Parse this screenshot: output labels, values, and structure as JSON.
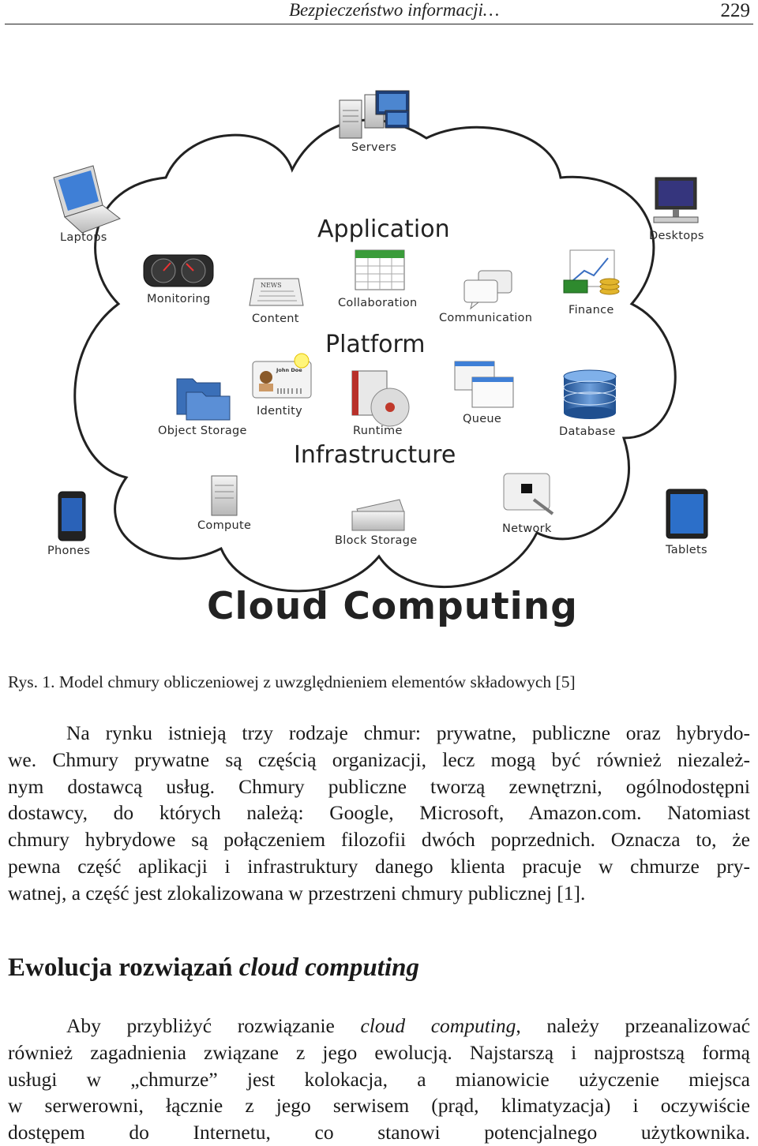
{
  "header": {
    "running_title": "Bezpieczeństwo informacji…",
    "page_number": "229"
  },
  "figure": {
    "title": "Cloud Computing",
    "sections": {
      "application": "Application",
      "platform": "Platform",
      "infrastructure": "Infrastructure"
    },
    "devices": {
      "servers": "Servers",
      "laptops": "Laptops",
      "desktops": "Desktops",
      "phones": "Phones",
      "tablets": "Tablets"
    },
    "components": {
      "monitoring": "Monitoring",
      "content": "Content",
      "collaboration": "Collaboration",
      "communication": "Communication",
      "finance": "Finance",
      "identity": "Identity",
      "object_storage": "Object Storage",
      "runtime": "Runtime",
      "queue": "Queue",
      "database": "Database",
      "compute": "Compute",
      "block_storage": "Block Storage",
      "network": "Network"
    },
    "icon_text": {
      "news": "NEWS",
      "john_doe": "John Doe"
    }
  },
  "caption": "Rys. 1. Model chmury obliczeniowej z uwzględnieniem elementów składowych [5]",
  "paragraph1": [
    "Na rynku istnieją trzy rodzaje chmur: prywatne, publiczne oraz hybrydo-",
    "we. Chmury prywatne są częścią organizacji, lecz mogą być również niezależ-",
    "nym dostawcą usług. Chmury publiczne tworzą zewnętrzni, ogólnodostępni",
    "dostawcy, do których należą: Google, Microsoft, Amazon.com. Natomiast",
    "chmury hybrydowe są połączeniem filozofii dwóch poprzednich. Oznacza to, że",
    "pewna część aplikacji i infrastruktury danego klienta pracuje w chmurze pry-",
    "watnej, a część jest zlokalizowana w przestrzeni chmury publicznej [1]."
  ],
  "heading": {
    "plain": "Ewolucja rozwiązań ",
    "italic": "cloud computing"
  },
  "paragraph2": {
    "line1_a": "Aby przybliżyć rozwiązanie ",
    "line1_i": "cloud computing",
    "line1_b": ", należy przeanalizować",
    "lines": [
      "również zagadnienia związane z jego ewolucją. Najstarszą i najprostszą formą",
      "usługi w „chmurze” jest kolokacja, a mianowicie użyczenie miejsca",
      "w serwerowni, łącznie z jego serwisem (prąd, klimatyzacja) i oczywiście",
      "dostępem do Internetu, co stanowi potencjalnego użytkownika."
    ]
  }
}
